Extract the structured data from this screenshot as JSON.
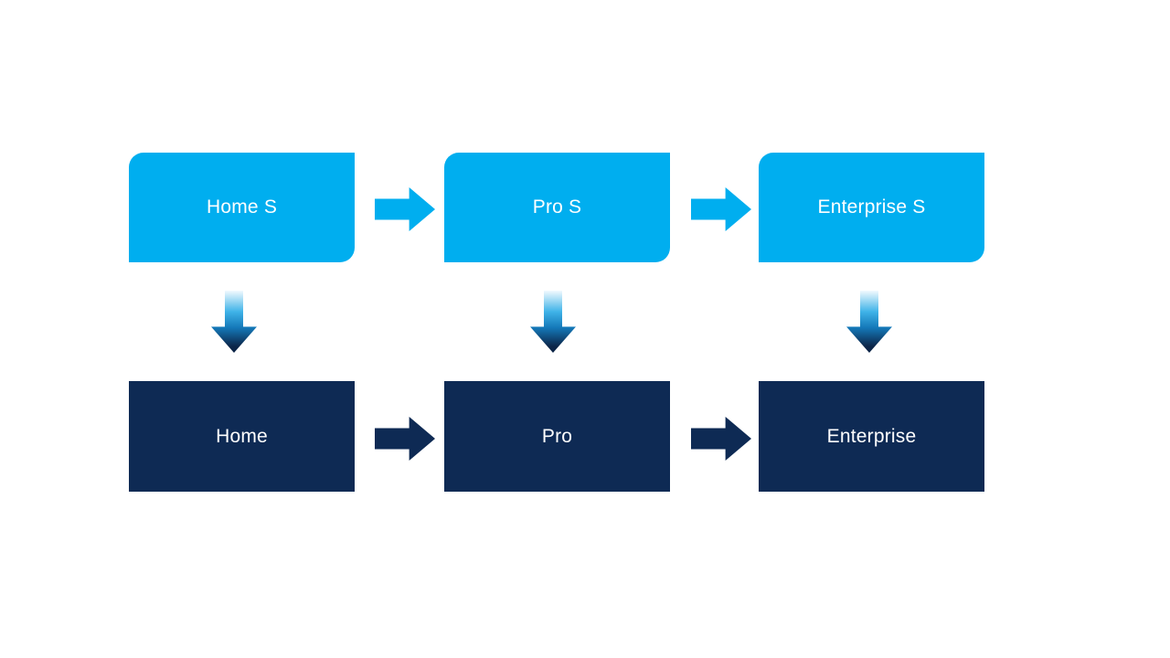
{
  "colors": {
    "canvas_bg": "#FFFFFF",
    "light_blue": "#00AEEF",
    "dark_navy": "#0E2A54",
    "box_text": "#FFFFFF",
    "down_arrow_gradient_top": "#F2FAFE",
    "down_arrow_gradient_mid": "#3FB3E8",
    "down_arrow_gradient_low": "#1478B8",
    "down_arrow_gradient_bottom": "#0C2548"
  },
  "diagram": {
    "columns": [
      {
        "top_label": "Home S",
        "bottom_label": "Home"
      },
      {
        "top_label": "Pro S",
        "bottom_label": "Pro"
      },
      {
        "top_label": "Enterprise S",
        "bottom_label": "Enterprise"
      }
    ],
    "icons": {
      "horizontal_connector": "right-arrow-icon",
      "vertical_connector": "down-arrow-icon"
    }
  }
}
